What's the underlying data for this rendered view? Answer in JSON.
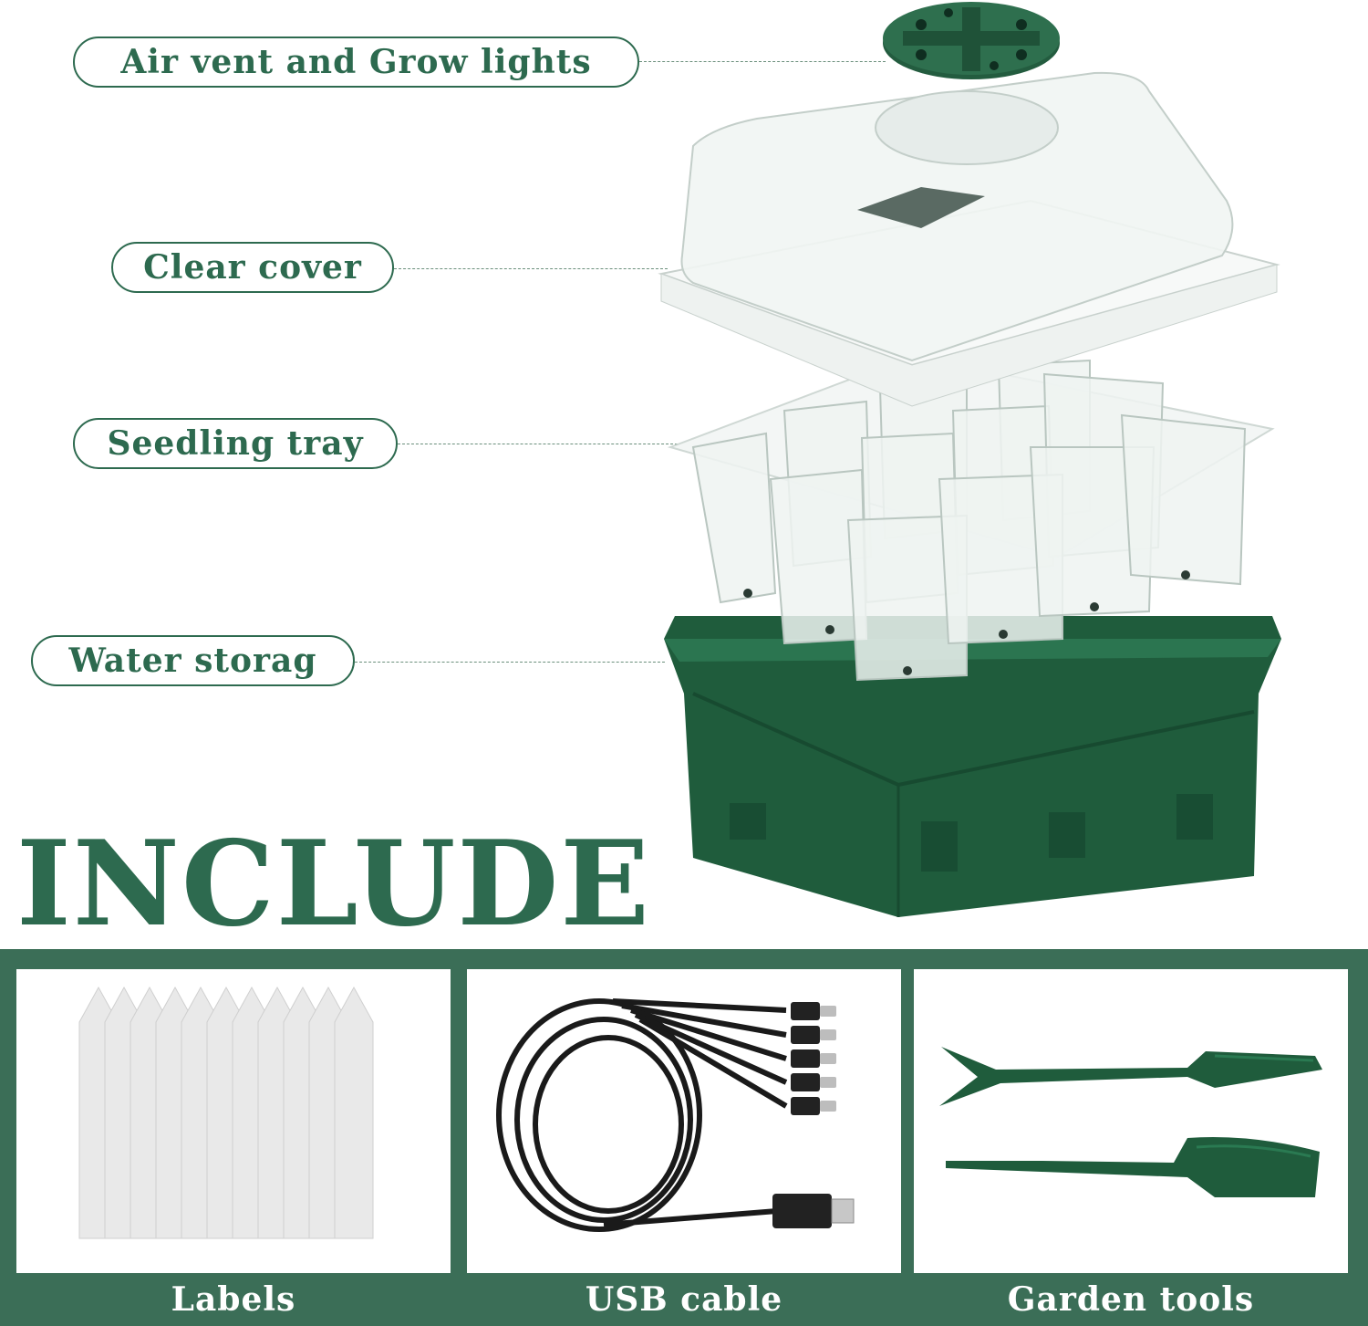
{
  "callouts": {
    "vent": "Air vent and Grow lights",
    "cover": "Clear cover",
    "tray": "Seedling tray",
    "water": "Water storag"
  },
  "include_heading": "INCLUDE",
  "items": {
    "labels": "Labels",
    "usb": "USB cable",
    "tools": "Garden tools"
  },
  "colors": {
    "brand_green": "#2d6a4f",
    "band_green": "#3b6e57",
    "reservoir_green": "#1f5c3c"
  },
  "icons": {
    "vent": "air-vent-disc-icon",
    "cover": "clear-dome-cover-icon",
    "tray": "seedling-cells-tray-icon",
    "water": "water-reservoir-base-icon",
    "labels": "plant-label-stakes-icon",
    "usb": "usb-cable-coil-icon",
    "tools": "garden-tools-icon"
  }
}
